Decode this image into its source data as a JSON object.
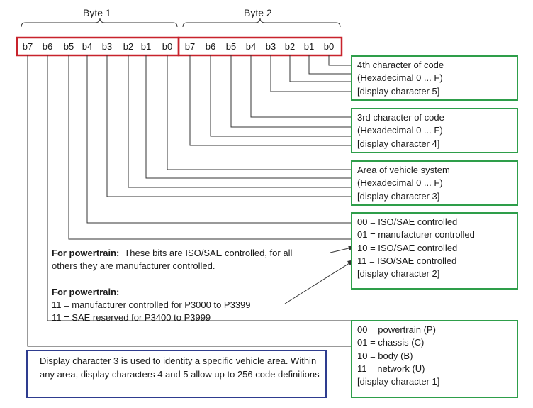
{
  "bytes": {
    "byte1_label": "Byte 1",
    "byte2_label": "Byte 2",
    "byte1_bits": [
      "b7",
      "b6",
      "b5",
      "b4",
      "b3",
      "b2",
      "b1",
      "b0"
    ],
    "byte2_bits": [
      "b7",
      "b6",
      "b5",
      "b4",
      "b3",
      "b2",
      "b1",
      "b0"
    ]
  },
  "boxes": {
    "char5": [
      "4th character of code",
      "(Hexadecimal 0 ... F)",
      "[display character 5]"
    ],
    "char4": [
      "3rd character of code",
      "(Hexadecimal 0 ... F)",
      "[display character 4]"
    ],
    "char3": [
      "Area of vehicle system",
      "(Hexadecimal 0 ... F)",
      "[display character 3]"
    ],
    "char2": [
      "00 = ISO/SAE controlled",
      "01 = manufacturer controlled",
      "10 = ISO/SAE controlled",
      "11 = ISO/SAE controlled",
      "[display character 2]"
    ],
    "char1": [
      "00 = powertrain (P)",
      "01 = chassis (C)",
      "10 = body (B)",
      "11 = network (U)",
      "[display character 1]"
    ]
  },
  "notes": {
    "powertrain1_bold": "For powertrain:",
    "powertrain1_text": "These bits are ISO/SAE controlled, for all",
    "powertrain1_text2": "others they are manufacturer controlled.",
    "powertrain2_bold": "For powertrain:",
    "powertrain2_line1": "11 = manufacturer controlled for P3000 to P3399",
    "powertrain2_line2": "11 = SAE reserved for P3400 to P3999"
  },
  "info": {
    "text": "Display character 3 is used to identity a specific vehicle area. Within any area, display characters 4 and 5 allow up to 256 code definitions"
  },
  "colors": {
    "byte_box": "#c8232c",
    "green_box": "#2e9e4a",
    "blue_box": "#2e3c8f",
    "line": "#333333"
  }
}
